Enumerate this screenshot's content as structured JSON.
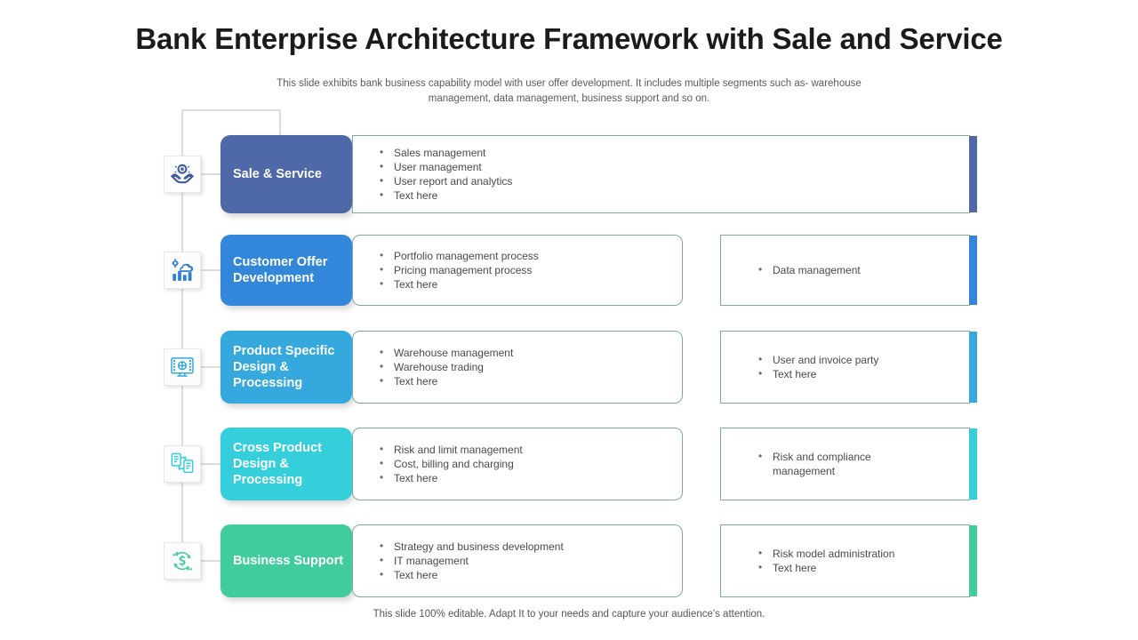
{
  "slide": {
    "title": "Bank Enterprise Architecture Framework with Sale and Service",
    "subtitle": "This slide exhibits bank business capability model with user offer development.  It includes multiple segments such as- warehouse  management, data management, business support and so on.",
    "footer": "This slide 100% editable. Adapt  It to your needs and capture your audience's attention."
  },
  "colors": {
    "row1": "#4e68a8",
    "row2": "#3287db",
    "row3": "#35a8de",
    "row4": "#35cfdc",
    "row5": "#40cc9b",
    "border": "#7fa8a8",
    "text_body": "#4a4a4a",
    "title": "#1b1b1b"
  },
  "rows": [
    {
      "id": "sale-service",
      "icon": "hands-gear-icon",
      "label": "Sale & Service",
      "color": "#4e68a8",
      "main_bullets": [
        "Sales management",
        "User management",
        "User report and analytics",
        "Text here"
      ],
      "side_bullets": []
    },
    {
      "id": "customer-offer-development",
      "icon": "bar-chart-growth-icon",
      "label": "Customer Offer Development",
      "color": "#3287db",
      "main_bullets": [
        "Portfolio management  process",
        "Pricing management  process",
        "Text here"
      ],
      "side_bullets": [
        "Data management"
      ]
    },
    {
      "id": "product-specific-design-processing",
      "icon": "monitor-screen-icon",
      "label": "Product Specific Design & Processing",
      "color": "#35a8de",
      "main_bullets": [
        "Warehouse  management",
        "Warehouse trading",
        "Text here"
      ],
      "side_bullets": [
        "User and invoice  party",
        "Text here"
      ]
    },
    {
      "id": "cross-product-design-processing",
      "icon": "linked-documents-icon",
      "label": "Cross Product Design & Processing",
      "color": "#35cfdc",
      "main_bullets": [
        "Risk and limit management",
        "Cost, billing and charging",
        "Text here"
      ],
      "side_bullets": [
        "Risk and compliance management"
      ]
    },
    {
      "id": "business-support",
      "icon": "dollar-recycle-icon",
      "label": "Business Support",
      "color": "#40cc9b",
      "main_bullets": [
        "Strategy and business development",
        "IT management",
        "Text here"
      ],
      "side_bullets": [
        "Risk model administration",
        "Text here"
      ]
    }
  ]
}
